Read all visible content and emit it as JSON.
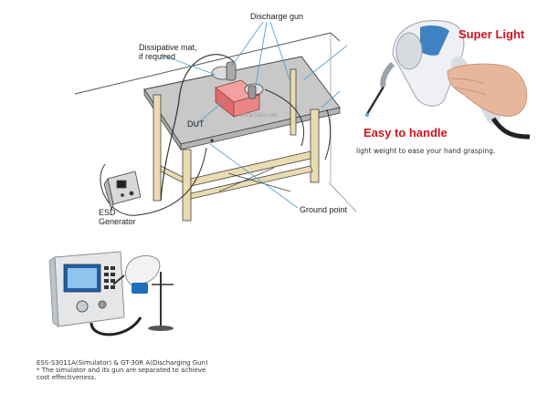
{
  "diagram": {
    "labels": {
      "discharge_gun": "Discharge gun",
      "dissipative_mat_line1": "Dissipative mat,",
      "dissipative_mat_line2": "if required",
      "dut": "DUT",
      "esd_generator_line1": "ESD",
      "esd_generator_line2": "Generator",
      "ground_point": "Ground point",
      "watermark": "www.5itst.com"
    }
  },
  "gun_photo": {
    "super_light": "Super Light",
    "easy_to_handle": "Easy to handle",
    "caption": "light weight to ease your hand grasping."
  },
  "product": {
    "caption_line1": "ESS-S3011A(Simulator) & GT-30R A(Discharging Gun)",
    "caption_line2": "* The simulator and its gun are separated to achieve",
    "caption_line3": "cost effectiveness."
  },
  "colors": {
    "accent_red": "#d0141f",
    "wire_blue": "#5aa0d0",
    "table_wood": "#e9d9b0"
  }
}
